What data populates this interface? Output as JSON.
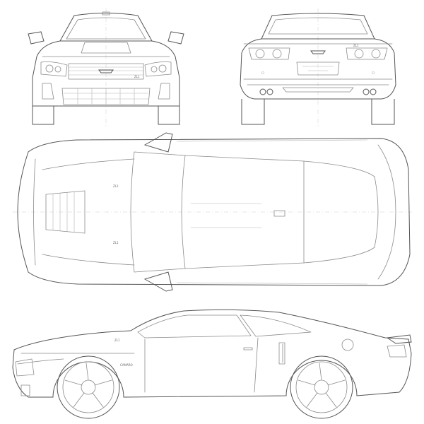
{
  "blueprint": {
    "views": [
      "front",
      "rear",
      "top",
      "side"
    ],
    "side_badge": "CAMARO",
    "fender_badge": "ZL1",
    "line_color": "#8a8a8a",
    "background": "#ffffff"
  }
}
